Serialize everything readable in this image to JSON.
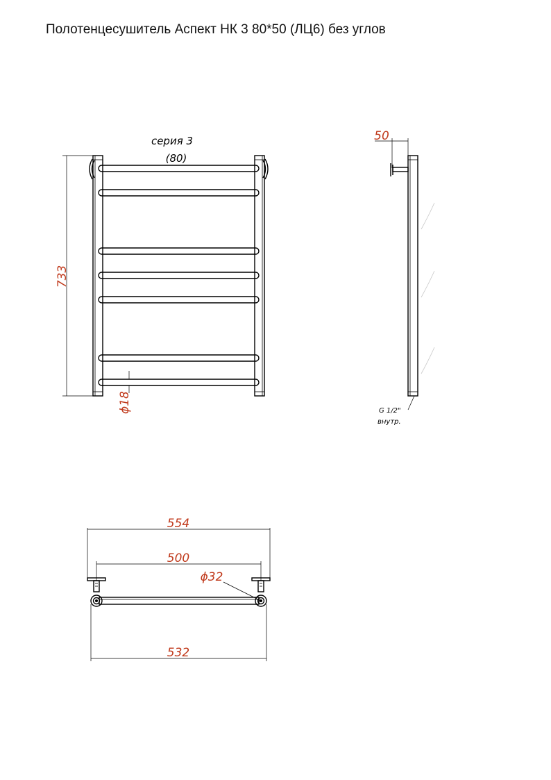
{
  "title": "Полотенцесушитель Аспект НК 3 80*50 (ЛЦ6) без углов",
  "front_view": {
    "series_label": "серия 3",
    "series_sub": "(80)",
    "height_dim": "733",
    "bar_dia": "ϕ18"
  },
  "side_view": {
    "depth_dim": "50",
    "thread_line1": "G 1/2\"",
    "thread_line2": "внутр."
  },
  "top_view": {
    "overall_width": "554",
    "center_distance": "500",
    "inner_width": "532",
    "pipe_dia": "ϕ32"
  },
  "colors": {
    "dimension_text": "#c0391b",
    "lines": "#000000"
  }
}
